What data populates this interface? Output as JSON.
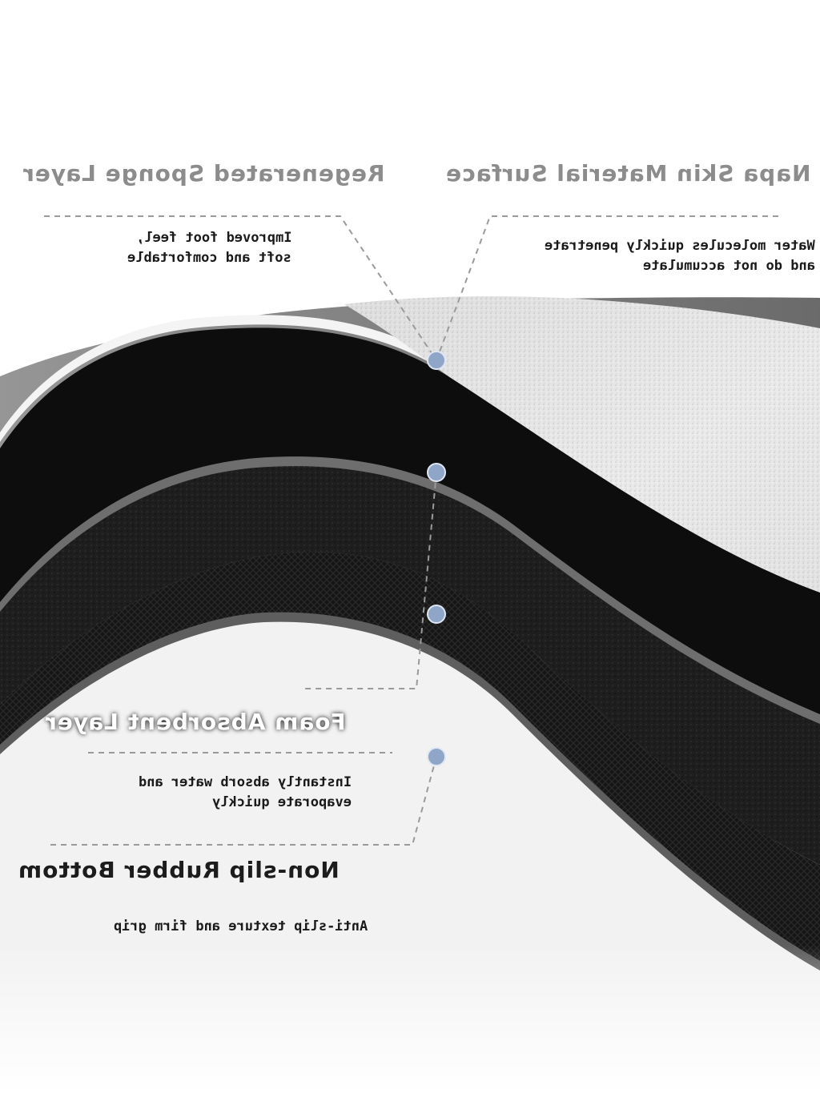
{
  "layers": [
    {
      "id": "regenerated-sponge",
      "title": "Regenerated Sponge Layer",
      "description": [
        "Improved foot feel,",
        "soft and comfortable"
      ],
      "title_color": "#8c8c8c"
    },
    {
      "id": "napa-skin",
      "title": "Napa Skin Material Surface",
      "description": [
        "Water molecules quickly penetrate",
        "and do not accumulate"
      ],
      "title_color": "#8c8c8c"
    },
    {
      "id": "foam-absorbent",
      "title": "Foam Absorbent Layer",
      "description": [
        "Instantly absorb water and",
        "evaporate quickly"
      ],
      "title_color": "#1c1c1c"
    },
    {
      "id": "non-slip-rubber",
      "title": "Non-slip Rubber Bottom",
      "description": [
        "Anti-slip texture and firm grip"
      ],
      "title_color": "#1c1c1c"
    }
  ],
  "colors": {
    "background": "#ffffff",
    "marker": "#8fa6c8",
    "surface_layer": "#e2e2e2",
    "dark_layer": "#0e0e0e",
    "foam_layer": "#202020",
    "gray_layer": "#6a6a6a"
  }
}
